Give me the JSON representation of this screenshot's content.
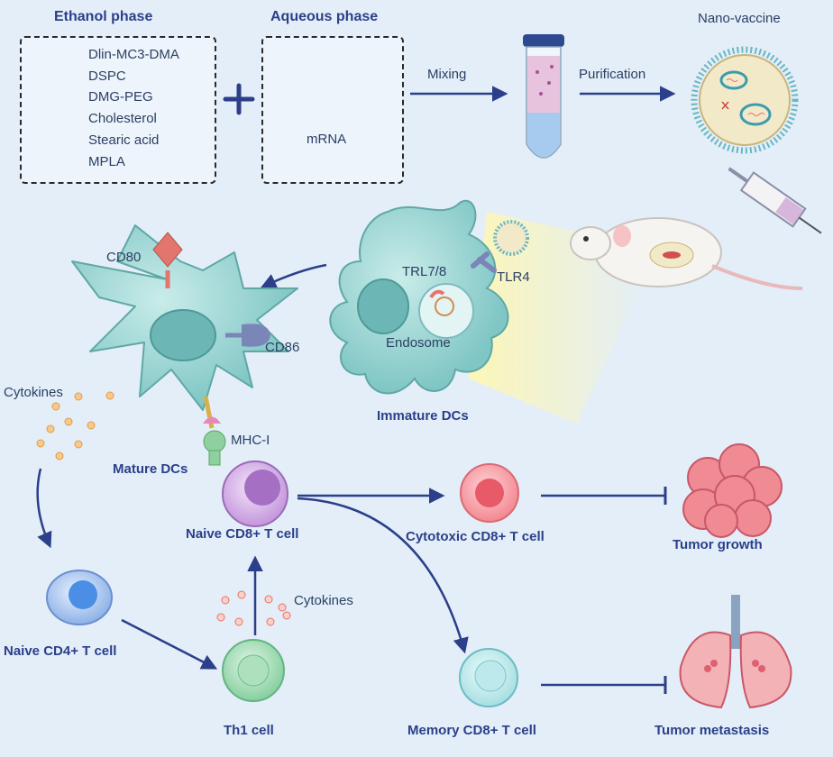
{
  "ethanol": {
    "title": "Ethanol phase",
    "components": [
      "Dlin-MC3-DMA",
      "DSPC",
      "DMG-PEG",
      "Cholesterol",
      "Stearic acid",
      "MPLA"
    ]
  },
  "aqueous": {
    "title": "Aqueous phase",
    "content": "mRNA"
  },
  "steps": {
    "mixing": "Mixing",
    "purification": "Purification"
  },
  "nano": "Nano-vaccine",
  "immature": {
    "title": "Immature DCs",
    "trl": "TRL7/8",
    "tlr4": "TLR4",
    "endosome": "Endosome"
  },
  "mature": {
    "title": "Mature DCs",
    "cd80": "CD80",
    "cd86": "CD86",
    "mhc": "MHC-I",
    "cytokines": "Cytokines"
  },
  "cells": {
    "naive_cd8": "Naive CD8+ T cell",
    "cytotoxic": "Cytotoxic CD8+ T cell",
    "memory": "Memory CD8+ T cell",
    "naive_cd4": "Naive CD4+ T cell",
    "th1": "Th1 cell",
    "cytokines2": "Cytokines"
  },
  "outcomes": {
    "growth": "Tumor growth",
    "metastasis": "Tumor metastasis"
  }
}
